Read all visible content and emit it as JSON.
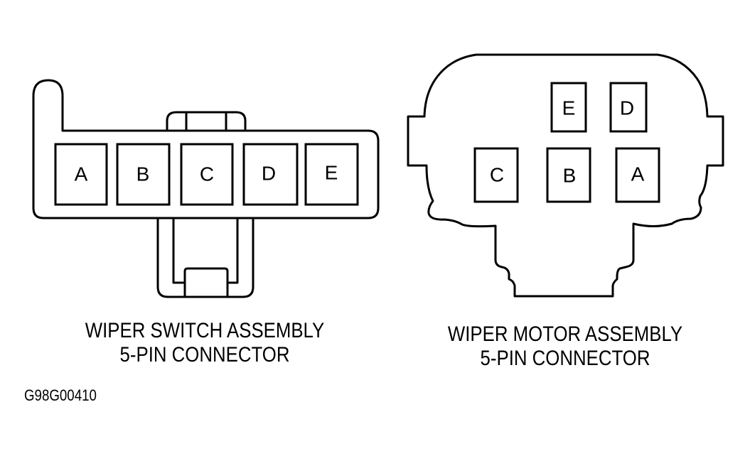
{
  "diagram": {
    "connectors": [
      {
        "id": "wiper-switch",
        "caption_line1": "WIPER SWITCH ASSEMBLY",
        "caption_line2": "5-PIN CONNECTOR",
        "pins": [
          "A",
          "B",
          "C",
          "D",
          "E"
        ]
      },
      {
        "id": "wiper-motor",
        "caption_line1": "WIPER MOTOR ASSEMBLY",
        "caption_line2": "5-PIN CONNECTOR",
        "pins_top_row": [
          "E",
          "D"
        ],
        "pins_bottom_row": [
          "C",
          "B",
          "A"
        ]
      }
    ],
    "figure_code": "G98G00410"
  }
}
